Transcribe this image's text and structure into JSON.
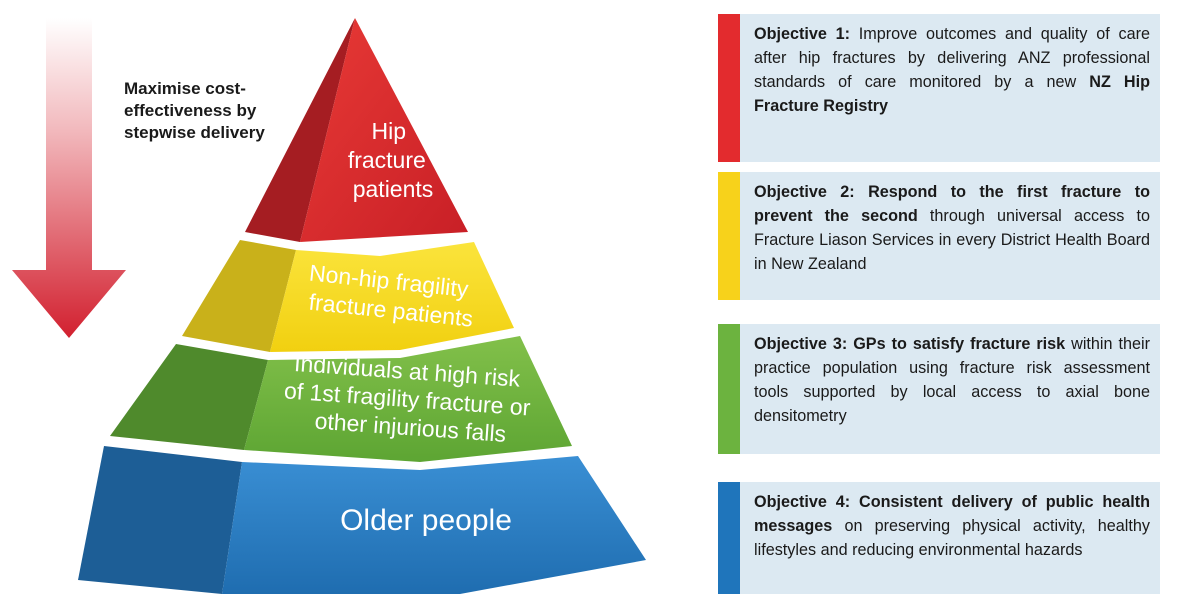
{
  "arrow": {
    "label": "Maximise cost-effectiveness by stepwise delivery",
    "color": "#d2202f"
  },
  "pyramid": {
    "tiers": [
      {
        "lines": [
          "Hip",
          "fracture",
          "patients"
        ],
        "color": "#d9252b",
        "side_color": "#a51d22"
      },
      {
        "lines": [
          "Non-hip fragility",
          "fracture patients"
        ],
        "color": "#f5dc1e",
        "side_color": "#c9b11a"
      },
      {
        "lines": [
          "Individuals at high risk",
          "of 1st fragility fracture or",
          "other injurious falls"
        ],
        "color": "#74b83e",
        "side_color": "#4f8a2c"
      },
      {
        "lines": [
          "Older people"
        ],
        "color": "#2a7fc4",
        "side_color": "#1d5e96"
      }
    ]
  },
  "objectives": [
    {
      "color": "#e32b2e",
      "parts": [
        {
          "text": "Objective 1:",
          "bold": true
        },
        {
          "text": " Improve outcomes and quality of care after hip fractures by delivering ANZ professional standards of care monitored by a new ",
          "bold": false
        },
        {
          "text": "NZ Hip Fracture Registry",
          "bold": true
        }
      ]
    },
    {
      "color": "#f7d21b",
      "parts": [
        {
          "text": "Objective 2: Respond to the first fracture to prevent the second",
          "bold": true
        },
        {
          "text": " through universal access to Fracture Liason Services in every District Health Board in New Zealand",
          "bold": false
        }
      ]
    },
    {
      "color": "#6cb33f",
      "parts": [
        {
          "text": "Objective 3: GPs to satisfy fracture risk",
          "bold": true
        },
        {
          "text": " within their practice population using fracture risk assessment tools supported by local access to axial bone densitometry",
          "bold": false
        }
      ]
    },
    {
      "color": "#1f75bb",
      "parts": [
        {
          "text": "Objective 4: Consistent delivery of public health messages",
          "bold": true
        },
        {
          "text": " on preserving physical activity, healthy lifestyles and reducing environmental hazards",
          "bold": false
        }
      ]
    }
  ]
}
